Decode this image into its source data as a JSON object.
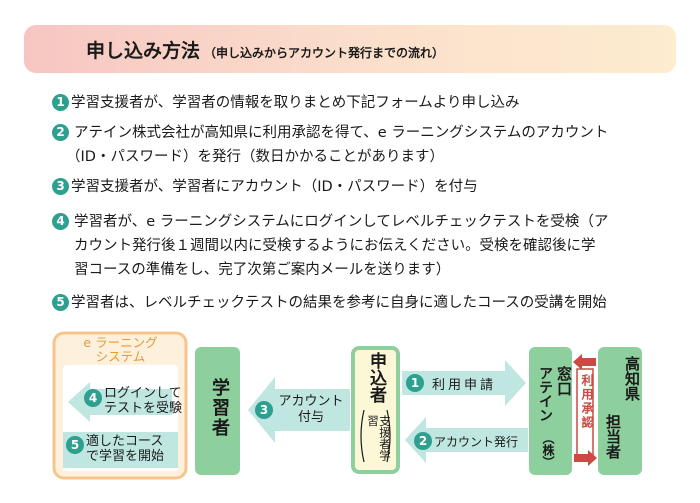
{
  "header": {
    "title": "申し込み方法",
    "subtitle": "（申し込みからアカウント発行までの流れ）"
  },
  "steps": [
    {
      "num": "1",
      "lines": [
        "学習支援者が、学習者の情報を取りまとめ下記フォームより申し込み"
      ]
    },
    {
      "num": "2",
      "lines": [
        "アテイン株式会社が高知県に利用承認を得て、e ラーニングシステムのアカウント",
        "（ID・パスワード）を発行（数日かかることがあります）"
      ]
    },
    {
      "num": "3",
      "lines": [
        "学習支援者が、学習者にアカウント（ID・パスワード）を付与"
      ]
    },
    {
      "num": "4",
      "lines": [
        "学習者が、e ラーニングシステムにログインしてレベルチェックテストを受検（ア",
        "カウント発行後１週間以内に受検するようにお伝えください。受検を確認後に学",
        "習コースの準備をし、完了次第ご案内メールを送ります）"
      ]
    },
    {
      "num": "5",
      "lines": [
        "学習者は、レベルチェックテストの結果を参考に自身に適したコースの受講を開始"
      ]
    }
  ],
  "diagram": {
    "elearning_title_1": "e ラーニング",
    "elearning_title_2": "システム",
    "login_1": "ログインして",
    "login_2": "テストを受験",
    "login_num": "4",
    "course_1": "適したコース",
    "course_2": "で学習を開始",
    "course_num": "5",
    "learner": "学習者",
    "account_grant_1": "アカウント",
    "account_grant_2": "付与",
    "account_grant_num": "3",
    "applicant_main": "申込者",
    "applicant_sub": "支援者学習",
    "usage_apply": "利用申請",
    "usage_apply_num": "1",
    "account_issue": "アカウント発行",
    "account_issue_num": "2",
    "attain_1": "窓口",
    "attain_2": "アテイン",
    "attain_3": "株",
    "approval": "利用承認",
    "prefecture_1": "高知県",
    "prefecture_2": "担当者"
  },
  "colors": {
    "teal": "#2f9f8f",
    "green_box": "#8ecf9e",
    "light_teal": "#bfe6e0",
    "red": "#c94b44",
    "orange_frame": "#f6c58e"
  }
}
